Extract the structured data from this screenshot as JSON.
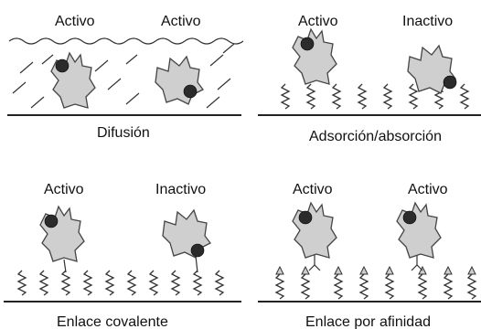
{
  "panels": {
    "difusion": {
      "label_left": "Activo",
      "label_right": "Activo",
      "caption": "Difusión"
    },
    "adsorcion": {
      "label_left": "Activo",
      "label_right": "Inactivo",
      "caption": "Adsorción/absorción"
    },
    "covalente": {
      "label_left": "Activo",
      "label_right": "Inactivo",
      "caption": "Enlace covalente"
    },
    "afinidad": {
      "label_left": "Activo",
      "label_right": "Activo",
      "caption": "Enlace por afinidad"
    }
  },
  "colors": {
    "enzyme_fill": "#cfcfcf",
    "active_site": "#2b2b2b",
    "outline": "#333333"
  }
}
